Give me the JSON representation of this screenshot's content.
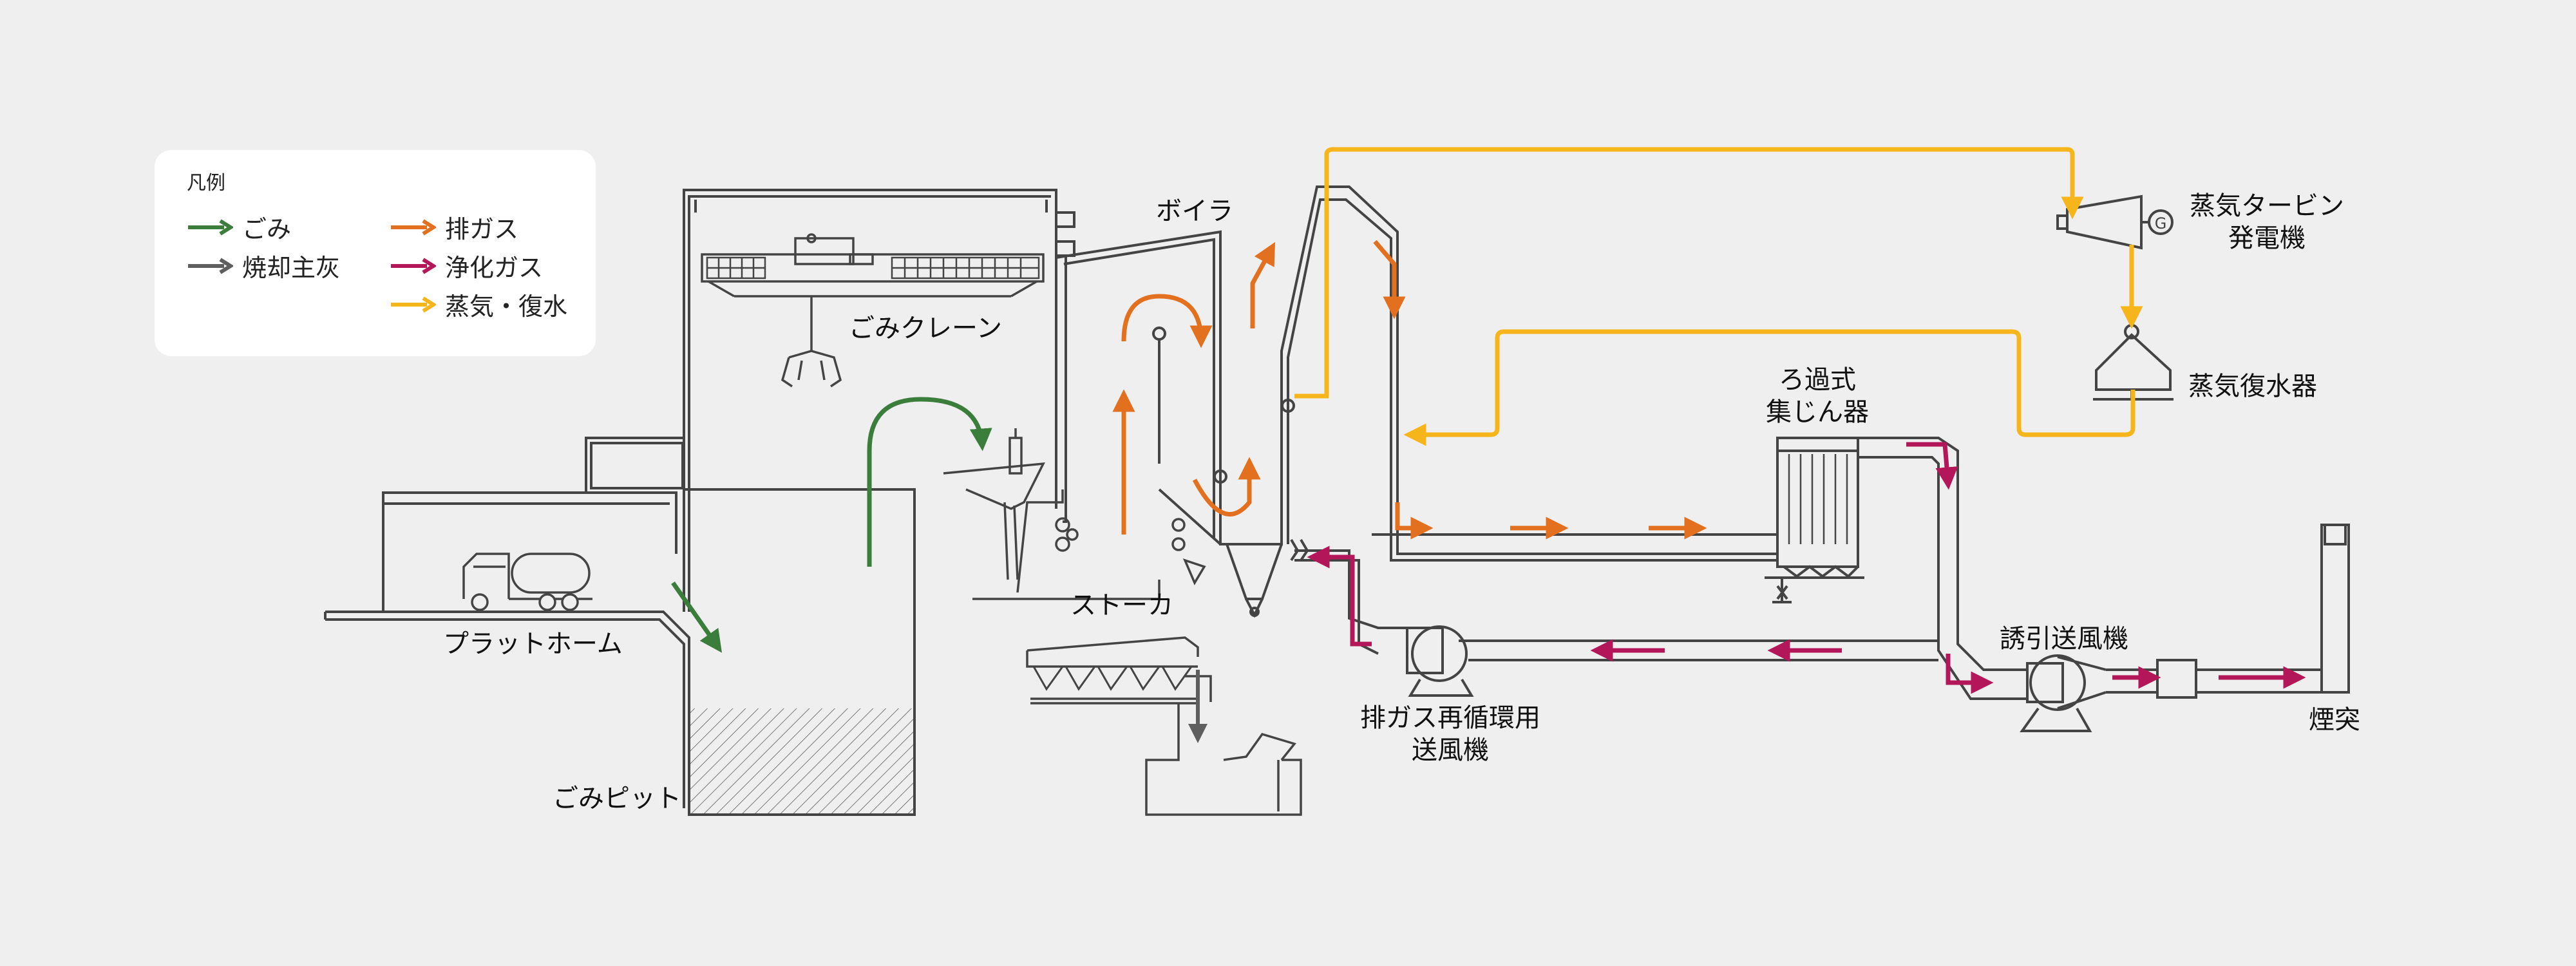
{
  "legend": {
    "title": "凡例",
    "items": [
      {
        "label": "ごみ",
        "color": "#3b7d3a"
      },
      {
        "label": "焼却主灰",
        "color": "#5f5f5f"
      },
      {
        "label": "排ガス",
        "color": "#e2701f"
      },
      {
        "label": "浄化ガス",
        "color": "#b3175a"
      },
      {
        "label": "蒸気・復水",
        "color": "#f5b51b"
      }
    ]
  },
  "labels": {
    "boiler": "ボイラ",
    "crane": "ごみクレーン",
    "platform": "プラットホーム",
    "pit": "ごみピット",
    "stoker": "ストーカ",
    "turbine_1": "蒸気タービン",
    "turbine_2": "発電機",
    "condenser": "蒸気復水器",
    "filter_1": "ろ過式",
    "filter_2": "集じん器",
    "idf": "誘引送風機",
    "recirc_1": "排ガス再循環用",
    "recirc_2": "送風機",
    "stack": "煙突"
  }
}
